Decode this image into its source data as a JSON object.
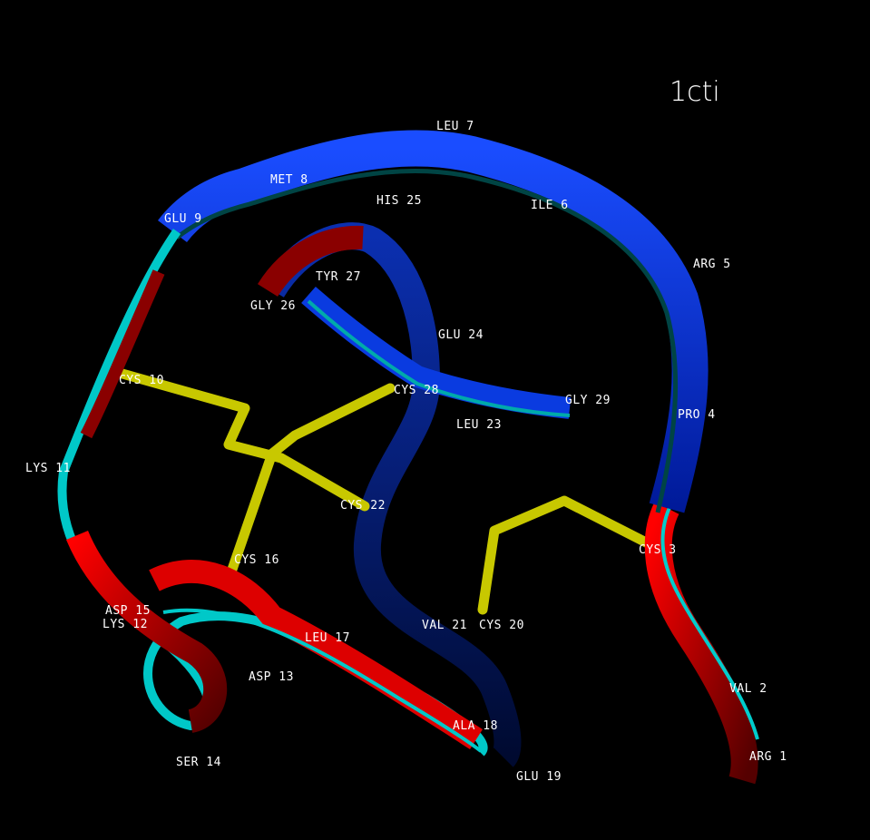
{
  "title": "1cti",
  "colors": {
    "background": "#000000",
    "helix_front": "#0033ff",
    "coil_red": "#cc0000",
    "edge": "#00cccc",
    "disulfide": "#cccc00"
  },
  "residues": [
    {
      "label": "ARG 1"
    },
    {
      "label": "VAL 2"
    },
    {
      "label": "CYS 3"
    },
    {
      "label": "PRO 4"
    },
    {
      "label": "ARG 5"
    },
    {
      "label": "ILE 6"
    },
    {
      "label": "LEU 7"
    },
    {
      "label": "MET 8"
    },
    {
      "label": "GLU 9"
    },
    {
      "label": "CYS 10"
    },
    {
      "label": "LYS 11"
    },
    {
      "label": "LYS 12"
    },
    {
      "label": "ASP 13"
    },
    {
      "label": "SER 14"
    },
    {
      "label": "ASP 15"
    },
    {
      "label": "CYS 16"
    },
    {
      "label": "LEU 17"
    },
    {
      "label": "ALA 18"
    },
    {
      "label": "GLU 19"
    },
    {
      "label": "CYS 20"
    },
    {
      "label": "VAL 21"
    },
    {
      "label": "CYS 22"
    },
    {
      "label": "LEU 23"
    },
    {
      "label": "GLU 24"
    },
    {
      "label": "HIS 25"
    },
    {
      "label": "GLY 26"
    },
    {
      "label": "TYR 27"
    },
    {
      "label": "CYS 28"
    },
    {
      "label": "GLY 29"
    }
  ]
}
